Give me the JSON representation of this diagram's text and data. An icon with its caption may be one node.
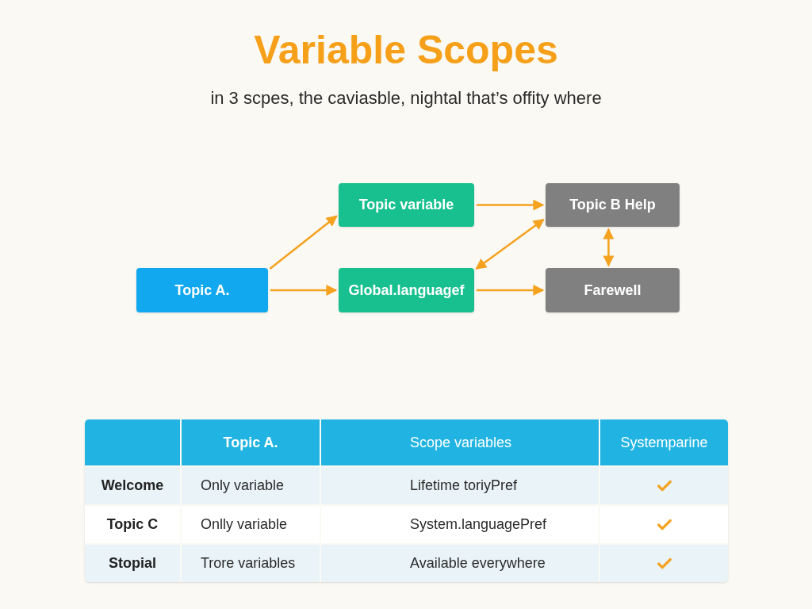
{
  "diagram": {
    "title": "Variable Scopes",
    "caption": "in 3 scpes, the caviasble, nightal that’s offity where",
    "nodes": [
      {
        "text": [
          "Topic A."
        ]
      },
      {
        "text": [
          "Topic variable"
        ]
      },
      {
        "text": [
          "Global.languagef"
        ]
      },
      {
        "text": [
          "Topic B Help"
        ]
      },
      {
        "text": [
          "Farewell"
        ]
      }
    ],
    "edges": [
      {
        "from": 0,
        "to": 1,
        "arrow": "to"
      },
      {
        "from": 0,
        "to": 2,
        "arrow": "to"
      },
      {
        "from": 1,
        "to": 3,
        "arrow": "to"
      },
      {
        "from": 2,
        "to": 3,
        "arrow": "both"
      },
      {
        "from": 2,
        "to": 4,
        "arrow": "to"
      },
      {
        "from": 3,
        "to": 4,
        "arrow": "both"
      }
    ],
    "labels": [
      "Topic A.",
      "Scope variables",
      "Systemparine",
      "Welcome",
      "Only variable",
      "Lifetime toriyPref",
      "Topic C",
      "Onlly variable",
      "System.languagePref",
      "Stopial",
      "Trore variables",
      "Available everywhere"
    ]
  }
}
